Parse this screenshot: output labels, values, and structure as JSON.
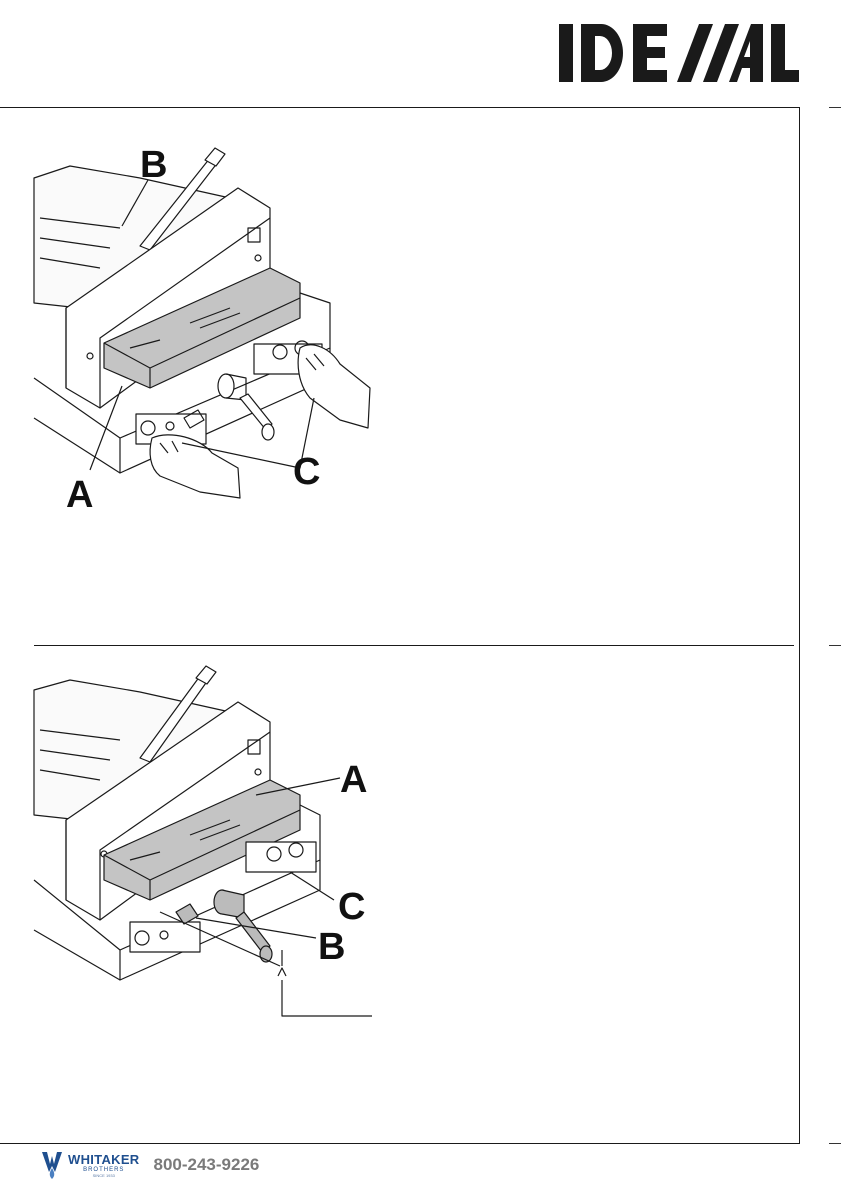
{
  "header": {
    "logo_text": "IDEAL"
  },
  "figures": [
    {
      "callouts": {
        "A": "A",
        "B": "B",
        "C": "C"
      }
    },
    {
      "callouts": {
        "A": "A",
        "B": "B",
        "C": "C"
      }
    }
  ],
  "footer": {
    "brand_name": "WHITAKER",
    "brand_sub": "BROTHERS",
    "brand_since": "SINCE 1933",
    "phone": "800-243-9226"
  },
  "colors": {
    "ink": "#111111",
    "brand_blue": "#1f4f8f",
    "phone_gray": "#7a7a7a",
    "cover_gray": "#bfbfbf"
  }
}
